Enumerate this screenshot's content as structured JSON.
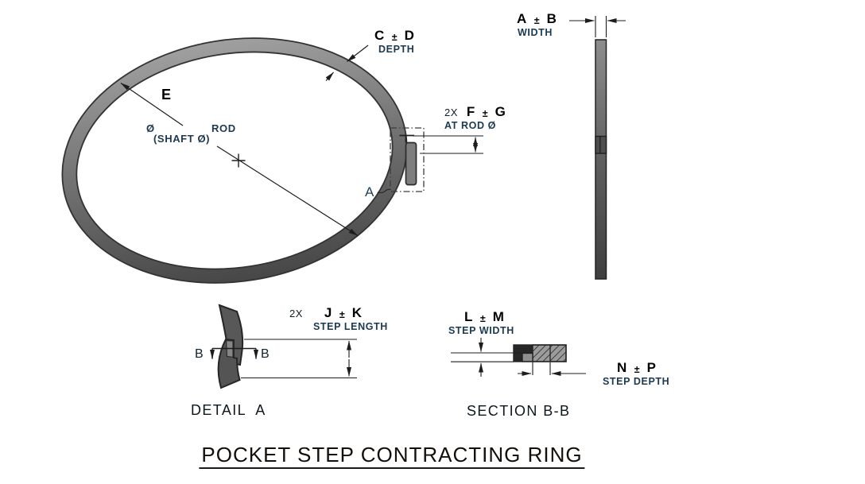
{
  "title": "POCKET STEP CONTRACTING RING",
  "ring_view": {
    "dim_depth": {
      "l1": "C",
      "pm": "±",
      "l2": "D",
      "sub": "DEPTH"
    },
    "dim_free_diameter": {
      "label": "E"
    },
    "center_labels": {
      "diameter_symbol": "Ø",
      "rod": "ROD",
      "shaft_diameter": "(SHAFT Ø)"
    },
    "detail_callout": "A",
    "dim_gap_at_rod": {
      "prefix": "2X",
      "l1": "F",
      "pm": "±",
      "l2": "G",
      "sub": "AT ROD Ø"
    }
  },
  "side_view": {
    "dim_width": {
      "l1": "A",
      "pm": "±",
      "l2": "B",
      "sub": "WIDTH"
    }
  },
  "detail_a": {
    "caption": "DETAIL  A",
    "dim_step_length": {
      "prefix": "2X",
      "l1": "J",
      "pm": "±",
      "l2": "K",
      "sub": "STEP LENGTH"
    },
    "section_marker_left": "B",
    "section_marker_right": "B"
  },
  "section_bb": {
    "caption": "SECTION B-B",
    "dim_step_width": {
      "l1": "L",
      "pm": "±",
      "l2": "M",
      "sub": "STEP WIDTH"
    },
    "dim_step_depth": {
      "l1": "N",
      "pm": "±",
      "l2": "P",
      "sub": "STEP DEPTH"
    }
  },
  "colors": {
    "line": "#222222",
    "dim_text": "#000000",
    "sub_label_text": "#1b3a52",
    "callout_text": "#1d4257",
    "caption_text": "#0c161d",
    "title_text": "#140f0a",
    "background": "#ffffff"
  }
}
